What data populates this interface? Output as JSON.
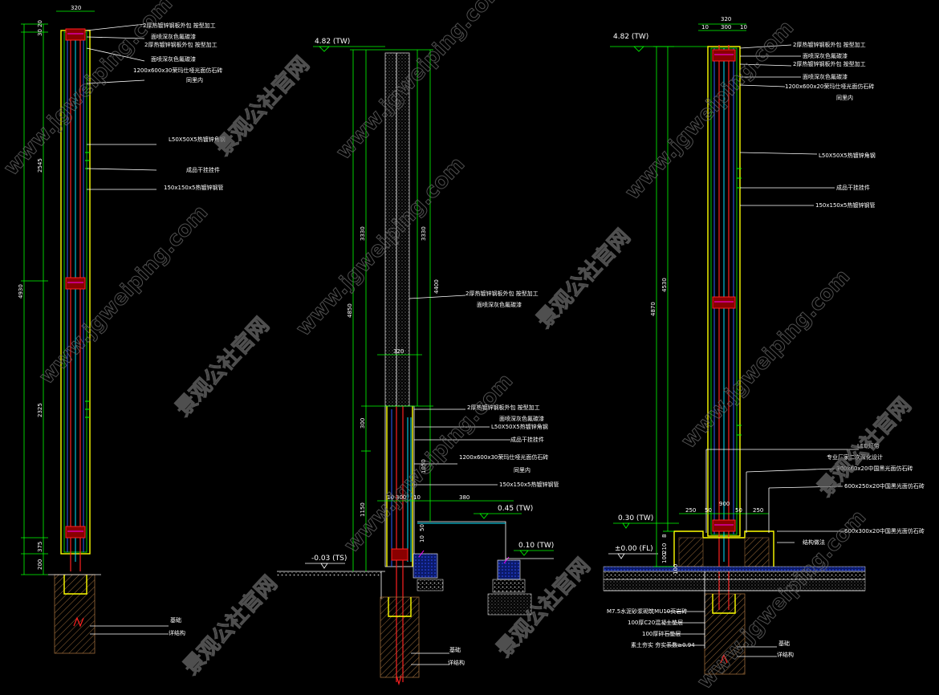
{
  "watermark": {
    "brand_cn": "景观公社官网",
    "url": "www.jgweiping.com"
  },
  "left": {
    "top_width": "320",
    "dims": [
      "20",
      "30",
      "2545",
      "4930",
      "2325",
      "375",
      "200"
    ],
    "labels": [
      "2厚热镀锌钢板外包 按型加工",
      "面喷深灰色氟碳漆",
      "2厚热镀锌钢板外包 按型加工",
      "面喷深灰色氟碳漆",
      "1200x600x30荣玛仕哑光面仿石砖",
      "同里内",
      "L50X50X5热镀锌角钢",
      "成品干挂挂件",
      "150x150x5热镀锌钢管"
    ],
    "base_labels": [
      "基础",
      "详结构"
    ]
  },
  "middle": {
    "level_top": "4.82 (TW)",
    "level_left": "-0.03 (TS)",
    "level_mid": "0.45 (TW)",
    "level_right": "0.10 (TW)",
    "dims": [
      "3330",
      "3330",
      "4400",
      "4850",
      "300",
      "1150",
      "1050",
      "320",
      "10",
      "300",
      "10",
      "380",
      "50",
      "10"
    ],
    "labels_upper": [
      "2厚热镀锌钢板外包 按型加工",
      "面喷深灰色氟碳漆"
    ],
    "labels_lower": [
      "2厚热镀锌钢板外包 按型加工",
      "面喷深灰色氟碳漆",
      "L50X50X5热镀锌角钢",
      "成品干挂挂件",
      "1200x600x30荣玛仕哑光面仿石砖",
      "同里内",
      "150x150x5热镀锌钢管"
    ],
    "base_labels": [
      "基础",
      "详结构"
    ]
  },
  "right": {
    "level_top": "4.82 (TW)",
    "level_mid": "0.30 (TW)",
    "level_floor": "±0.00 (FL)",
    "top_dims": [
      "320",
      "10",
      "300",
      "10"
    ],
    "dims": [
      "4870",
      "4530",
      "8",
      "210",
      "100",
      "100"
    ],
    "bottom_dims": [
      "250",
      "50",
      "900",
      "50",
      "250"
    ],
    "labels_upper": [
      "2厚热镀锌钢板外包 按型加工",
      "面喷深灰色氟碳漆",
      "2厚热镀锌钢板外包 按型加工",
      "面喷深灰色氟碳漆",
      "1200x600x20荣玛仕哑光面仿石砖",
      "同里内",
      "L50X50X5热镀锌角钢",
      "成品干挂挂件",
      "150x150x5热镀锌钢管"
    ],
    "labels_lower": [
      "LED灯带",
      "专业厂家二次深化设计",
      "300x60x20中国黑光面仿石砖",
      "600x250x20中国黑光面仿石砖",
      "600x300x20中国黑光面仿石砖",
      "结构做法"
    ],
    "base_labels": [
      "M7.5水泥砂浆砌筑MU10页岩砖",
      "100厚C20混凝土垫层",
      "100厚碎石垫层",
      "素土夯实 夯实系数≥0.94",
      "基础",
      "详结构"
    ]
  }
}
